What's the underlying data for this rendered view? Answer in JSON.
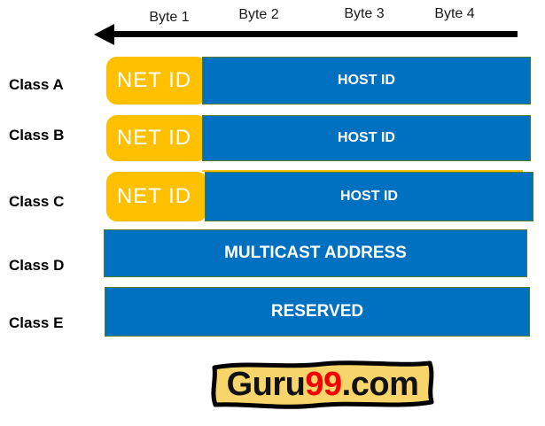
{
  "header": {
    "byte_labels": [
      "Byte 1",
      "Byte 2",
      "Byte 3",
      "Byte 4"
    ]
  },
  "rows": [
    {
      "class_label": "Class A",
      "net_label": "NET ID",
      "host_label": "HOST ID"
    },
    {
      "class_label": "Class B",
      "net_label": "NET ID",
      "host_label": "HOST ID"
    },
    {
      "class_label": "Class C",
      "net_label": "NET ID",
      "host_label": "HOST ID"
    },
    {
      "class_label": "Class D",
      "host_label": "MULTICAST ADDRESS"
    },
    {
      "class_label": "Class E",
      "host_label": "RESERVED"
    }
  ],
  "logo": {
    "prefix": "Guru",
    "number": "99",
    "suffix": ".com"
  },
  "colors": {
    "net_id_yellow": "#FFC000",
    "host_id_blue": "#0070C0",
    "box_border_green": "#4F7B28",
    "logo_background": "#F7D56A",
    "logo_number_red": "#F40000",
    "arrow_black": "#000000",
    "box_text_white": "#FFFFFF"
  }
}
